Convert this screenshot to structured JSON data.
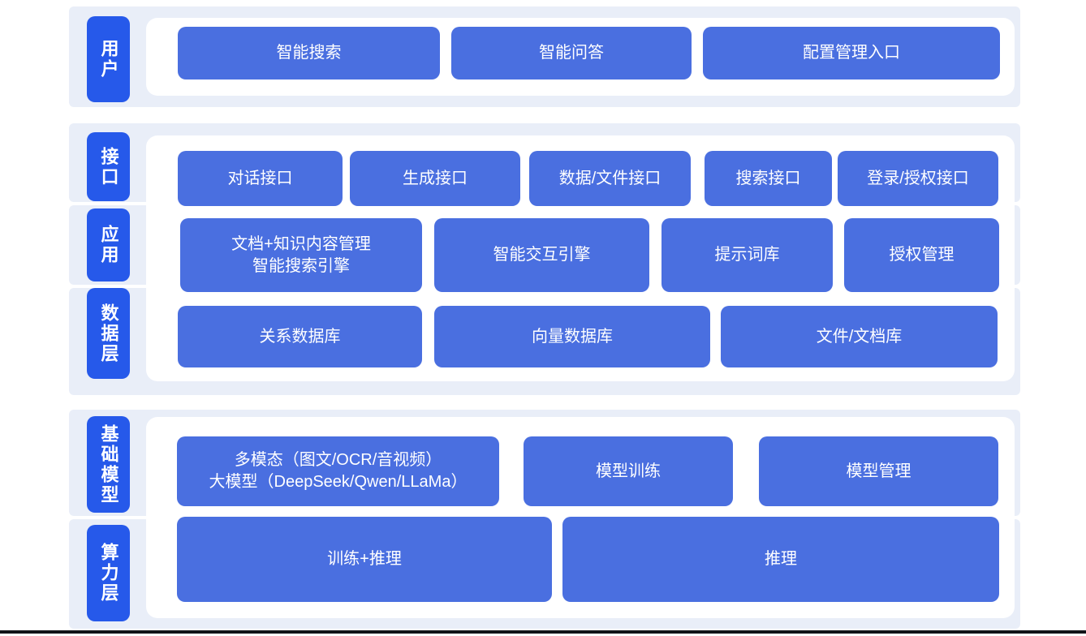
{
  "colors": {
    "band": "#E9EEF8",
    "panel": "#FFFFFF",
    "block_fill": "#4A6FE0",
    "label_fill": "#2659EA",
    "text": "#FFFFFF",
    "bottom_line": "#111418"
  },
  "labels": {
    "user": "用户",
    "interface": "接口",
    "application": "应用",
    "data_layer": "数据层",
    "base_model": "基础模型",
    "compute_layer": "算力层"
  },
  "blocks": {
    "user": [
      "智能搜索",
      "智能问答",
      "配置管理入口"
    ],
    "interface": [
      "对话接口",
      "生成接口",
      "数据/文件接口",
      "搜索接口",
      "登录/授权接口"
    ],
    "application": [
      "文档+知识内容管理\n智能搜索引擎",
      "智能交互引擎",
      "提示词库",
      "授权管理"
    ],
    "data_layer": [
      "关系数据库",
      "向量数据库",
      "文件/文档库"
    ],
    "base_model": [
      "多模态（图文/OCR/音视频）\n大模型（DeepSeek/Qwen/LLaMa）",
      "模型训练",
      "模型管理"
    ],
    "compute_layer": [
      "训练+推理",
      "推理"
    ]
  }
}
